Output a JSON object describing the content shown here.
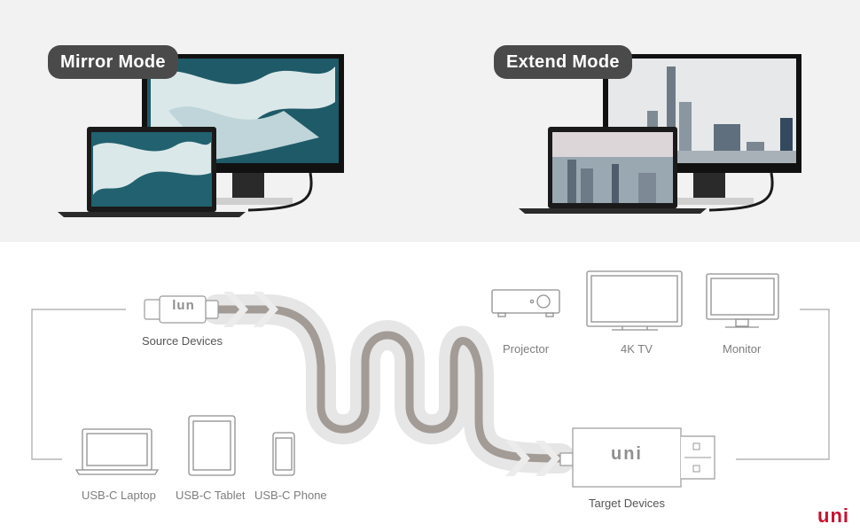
{
  "top": {
    "mirror_label": "Mirror Mode",
    "extend_label": "Extend Mode"
  },
  "diagram": {
    "source_label": "Source Devices",
    "target_label": "Target Devices",
    "adapter_logo": "uni",
    "source_connector_mark": "lun",
    "sources": [
      "USB-C Laptop",
      "USB-C Tablet",
      "USB-C Phone"
    ],
    "targets": [
      "Projector",
      "4K TV",
      "Monitor"
    ]
  },
  "brand": {
    "logo_text": "uni",
    "color": "#c8102e"
  },
  "colors": {
    "line": "#9a9a9a",
    "cable": "#a39b96",
    "pill": "#4a4a4a"
  }
}
